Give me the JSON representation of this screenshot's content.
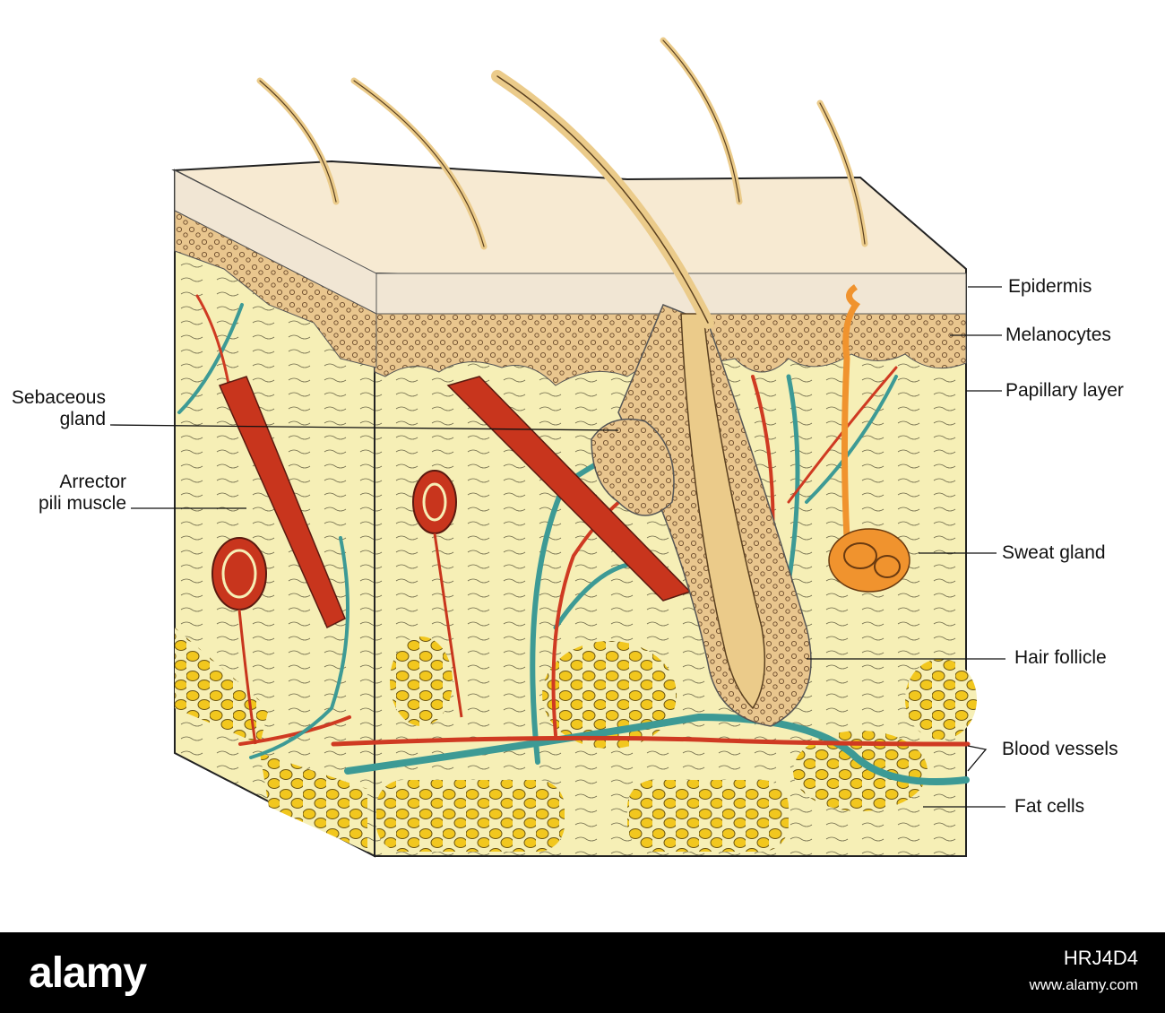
{
  "labels": {
    "sebaceous_gland": [
      "Sebaceous",
      "gland"
    ],
    "arrector_pili": [
      "Arrector",
      "pili muscle"
    ],
    "epidermis": "Epidermis",
    "melanocytes": "Melanocytes",
    "papillary_layer": "Papillary layer",
    "sweat_gland": "Sweat gland",
    "hair_follicle": "Hair follicle",
    "blood_vessels": "Blood vessels",
    "fat_cells": "Fat cells"
  },
  "footer": {
    "brand": "alamy",
    "image_id": "HRJ4D4",
    "site": "www.alamy.com"
  },
  "colors": {
    "epidermis": "#f7ead2",
    "melanocyte_layer": "#e9c68e",
    "dermis": "#f6efb6",
    "muscle": "#c8351d",
    "artery": "#cf3a22",
    "vein": "#3d9a95",
    "fat": "#f2c71e",
    "sweat_gland": "#f0932e",
    "hair": "#ebcb8a"
  }
}
